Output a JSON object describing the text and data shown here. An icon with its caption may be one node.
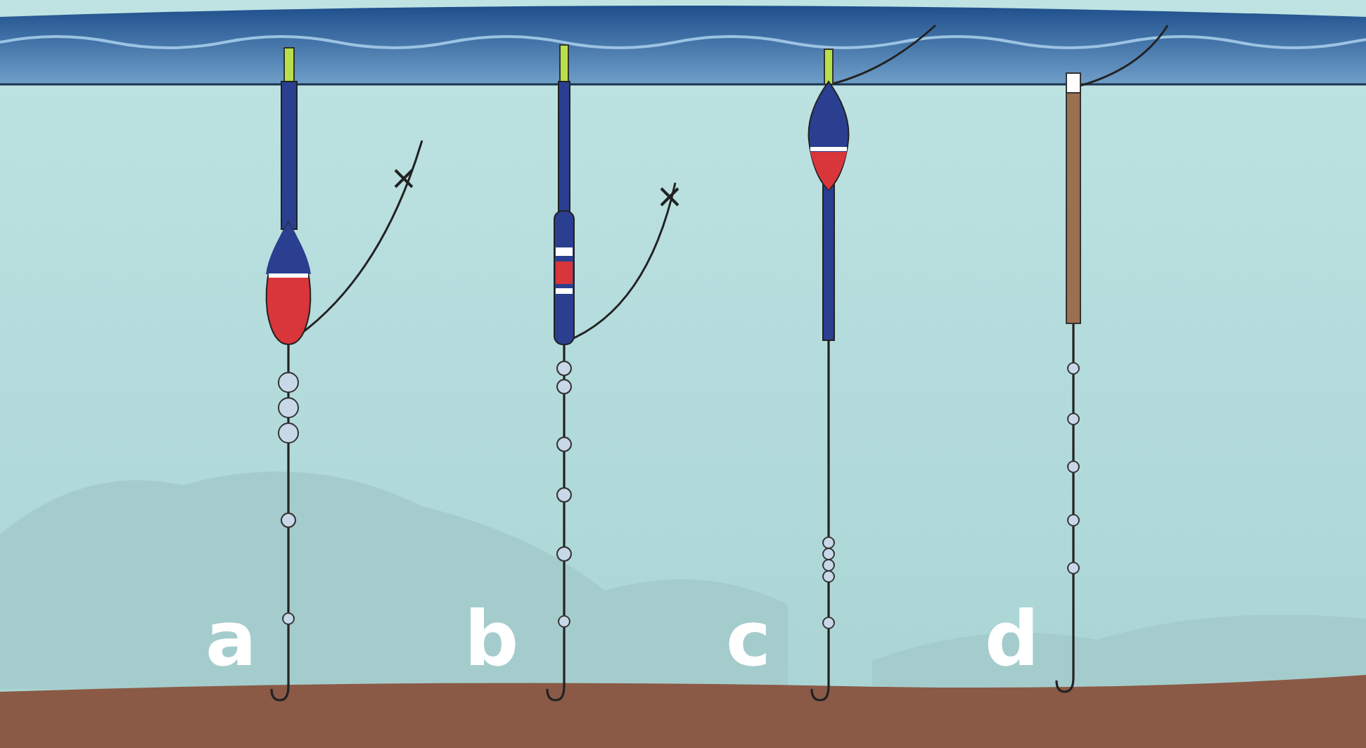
{
  "diagram": {
    "labels": [
      "a",
      "b",
      "c",
      "d"
    ]
  }
}
